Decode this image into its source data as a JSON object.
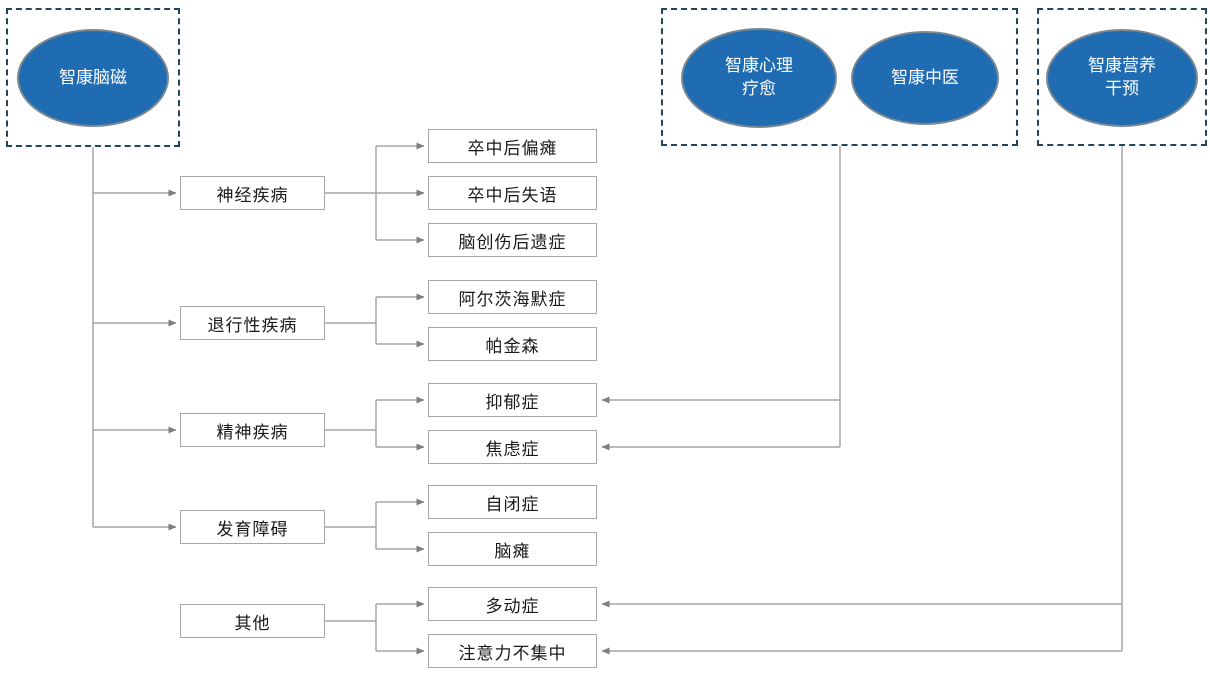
{
  "diagram": {
    "root": {
      "label": "智康脑磁"
    },
    "services": {
      "psych_therapy": {
        "label": "智康心理\n疗愈"
      },
      "tcm": {
        "label": "智康中医"
      },
      "nutrition": {
        "label": "智康营养\n干预"
      }
    },
    "categories": [
      {
        "label": "神经疾病",
        "children": [
          "卒中后偏瘫",
          "卒中后失语",
          "脑创伤后遗症"
        ]
      },
      {
        "label": "退行性疾病",
        "children": [
          "阿尔茨海默症",
          "帕金森"
        ]
      },
      {
        "label": "精神疾病",
        "children": [
          "抑郁症",
          "焦虑症"
        ]
      },
      {
        "label": "发育障碍",
        "children": [
          "自闭症",
          "脑瘫"
        ]
      },
      {
        "label": "其他",
        "children": [
          "多动症",
          "注意力不集中"
        ]
      }
    ],
    "colors": {
      "ellipse_fill": "#1f6cb3",
      "ellipse_border": "#7b8890",
      "dashed_border": "#20455e",
      "box_border": "#a6a6a6",
      "connector": "#a6a6a6",
      "arrowhead": "#7f7f7f",
      "ellipse_text": "#ffffff",
      "box_text": "#1a1a1a"
    }
  }
}
